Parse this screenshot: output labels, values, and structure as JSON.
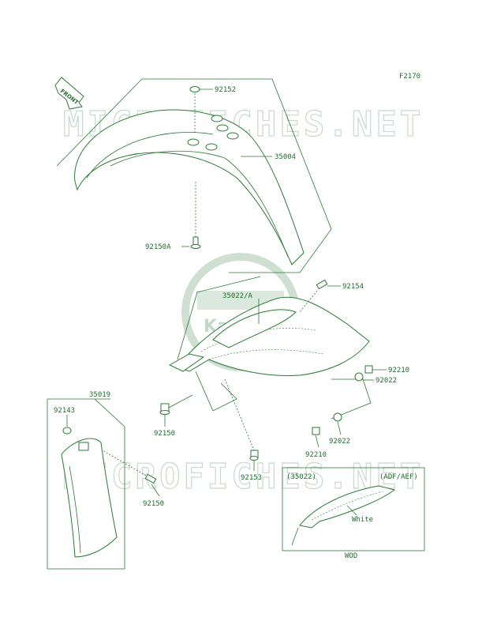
{
  "diagram": {
    "figure_code": "F2170",
    "watermark_text": "MICROFICHES.NET",
    "logo_text": "Kawasaki",
    "front_arrow_text": "FRONT",
    "parts": [
      {
        "id": "p92152",
        "label": "92152"
      },
      {
        "id": "p35004",
        "label": "35004"
      },
      {
        "id": "p92150a",
        "label": "92150A"
      },
      {
        "id": "p35022a",
        "label": "35022/A"
      },
      {
        "id": "p92154",
        "label": "92154"
      },
      {
        "id": "p92210a",
        "label": "92210"
      },
      {
        "id": "p92022a",
        "label": "92022"
      },
      {
        "id": "p35019",
        "label": "35019"
      },
      {
        "id": "p92143",
        "label": "92143"
      },
      {
        "id": "p92150b",
        "label": "92150"
      },
      {
        "id": "p92153",
        "label": "92153"
      },
      {
        "id": "p92022b",
        "label": "92022"
      },
      {
        "id": "p92210b",
        "label": "92210"
      },
      {
        "id": "p92150c",
        "label": "92150"
      }
    ],
    "inset": {
      "ref": "(35022)",
      "variant": "(ADF/AEF)",
      "color_note": "White",
      "caption": "WOD"
    }
  },
  "colors": {
    "line": "#2a7a35",
    "text": "#1f6e2c",
    "watermark": "#c9d9cc"
  }
}
